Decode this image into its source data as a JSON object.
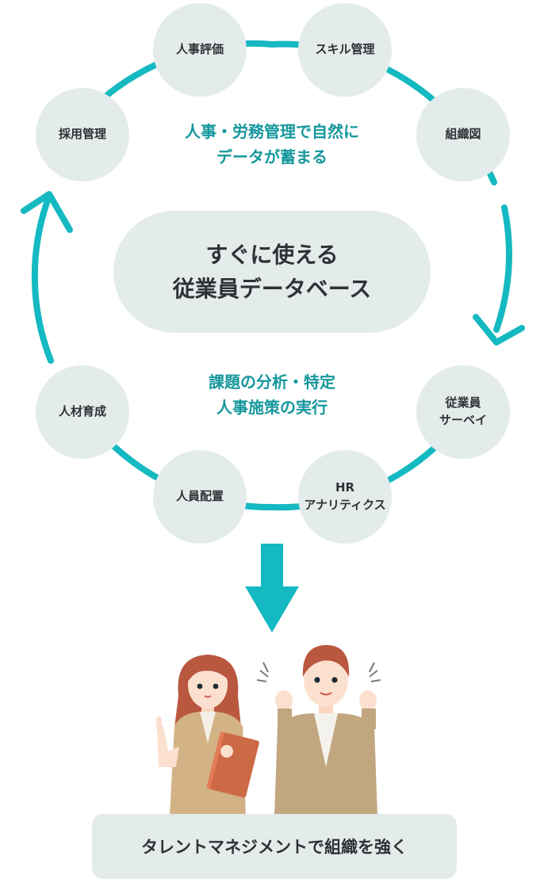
{
  "cycle_top_caption": [
    "人事・労務管理で自然に",
    "データが蓄まる"
  ],
  "center_label": [
    "すぐに使える",
    "従業員データベース"
  ],
  "cycle_bottom_caption": [
    "課題の分析・特定",
    "人事施策の実行"
  ],
  "nodes": {
    "hr_evaluation": [
      "人事評価"
    ],
    "skill_management": [
      "スキル管理"
    ],
    "recruitment": [
      "採用管理"
    ],
    "org_chart": [
      "組織図"
    ],
    "talent_development": [
      "人材育成"
    ],
    "employee_survey": [
      "従業員",
      "サーベイ"
    ],
    "staffing": [
      "人員配置"
    ],
    "hr_analytics": [
      "HR",
      "アナリティクス"
    ]
  },
  "result_label": "タレントマネジメントで組織を強く",
  "colors": {
    "accent": "#15b9c1",
    "caption_text": "#15979c",
    "bubble_bg": "#e3ebeb",
    "body_text": "#2f3234"
  }
}
